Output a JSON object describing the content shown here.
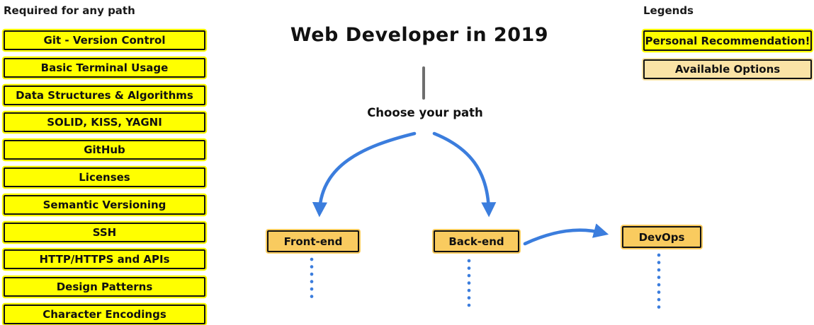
{
  "left_panel": {
    "heading": "Required for any path",
    "items": [
      "Git - Version Control",
      "Basic Terminal Usage",
      "Data Structures & Algorithms",
      "SOLID, KISS, YAGNI",
      "GitHub",
      "Licenses",
      "Semantic Versioning",
      "SSH",
      "HTTP/HTTPS and APIs",
      "Design Patterns",
      "Character Encodings"
    ]
  },
  "center": {
    "title": "Web Developer in 2019",
    "subtitle": "Choose your path",
    "paths": [
      {
        "label": "Front-end"
      },
      {
        "label": "Back-end"
      },
      {
        "label": "DevOps"
      }
    ]
  },
  "legends": {
    "heading": "Legends",
    "items": [
      {
        "label": "Personal Recommendation!",
        "color": "#FFFF00"
      },
      {
        "label": "Available Options",
        "color": "#FAE3A6"
      }
    ]
  },
  "colors": {
    "required_fill": "#FFFF00",
    "option_fill": "#F9CB5F",
    "legend_available_fill": "#FAE3A6",
    "arrow_blue": "#3B7DDD",
    "connector_gray": "#6E6E6E",
    "border_black": "#111111"
  }
}
